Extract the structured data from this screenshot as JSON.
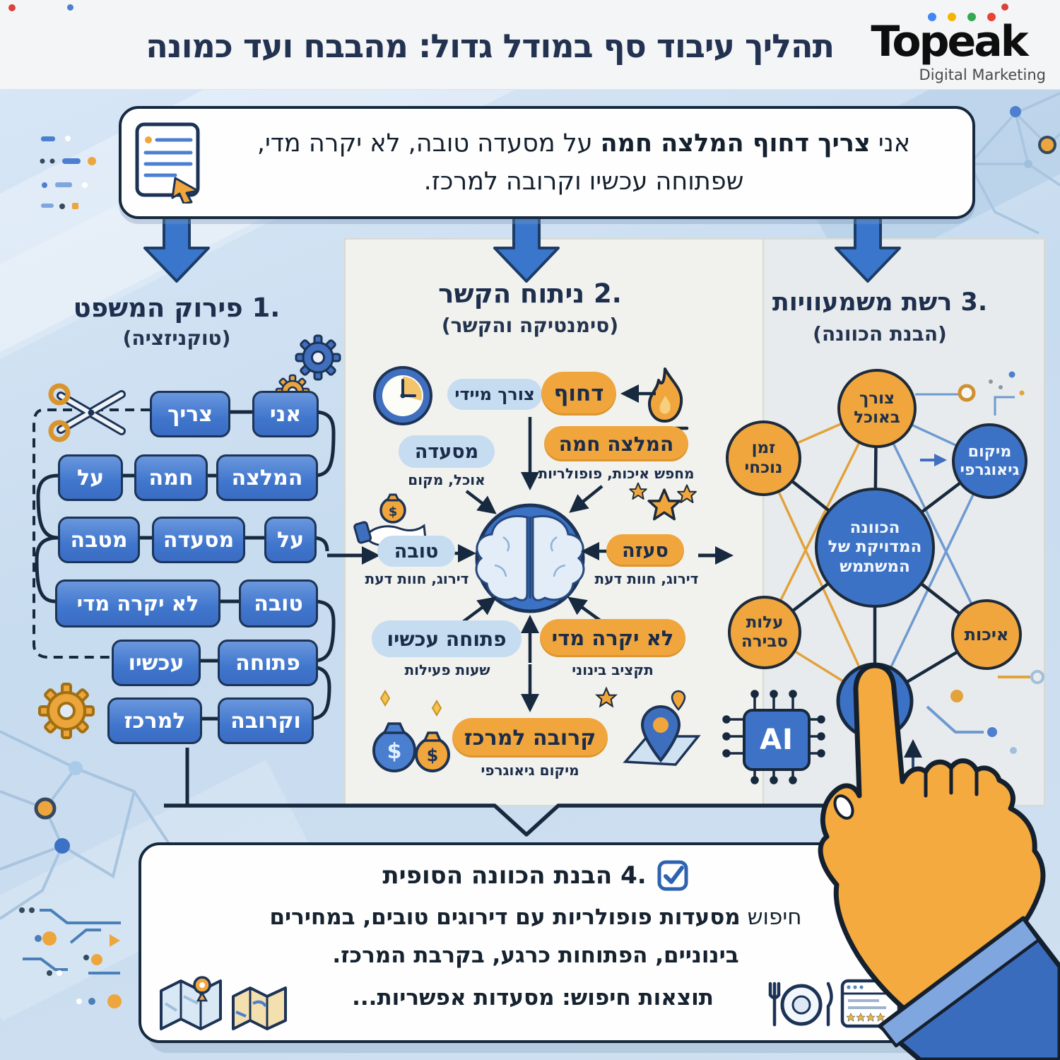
{
  "header": {
    "title": "תהליך עיבוד סף במודל גדול: מהבבח ועד כמונה",
    "brand": "Topeak",
    "brand_sub": "Digital Marketing"
  },
  "bubble": {
    "pre": "אני ",
    "bold": "צריך דחוף המלצה חמה",
    "post": " על מסעדה טובה, לא יקרה מדי,",
    "line2": "שפתוחה עכשיו וקרובה למרכז."
  },
  "col1": {
    "num": "1.",
    "title": "פירוק המשפט",
    "subtitle": "(טוקניזציה)",
    "tokens": [
      "צריך",
      "אני",
      "על",
      "חמה",
      "המלצה",
      "מטבה",
      "מסעדה",
      "על",
      "לא יקרה מדי",
      "טובה",
      "עכשיו",
      "פתוחה",
      "למרכז",
      "וקרובה"
    ]
  },
  "col2": {
    "num": "2.",
    "title": "ניתוח הקשר",
    "subtitle": "(סימנטיקה והקשר)",
    "pills": {
      "immediate_need": {
        "label": "צורך מיידי"
      },
      "urgent": {
        "label": "דחוף"
      },
      "hot_recommendation": {
        "label": "המלצה חמה",
        "caption": "מחפש איכות, פופולריות"
      },
      "restaurant": {
        "label": "מסעדה",
        "caption": "אוכל, מקום"
      },
      "good": {
        "label": "טובה",
        "caption": "דירוג, חוות דעת"
      },
      "saza": {
        "label": "סעזה",
        "caption": "דירוג, חוות דעת"
      },
      "open_now": {
        "label": "פתוחה עכשיו",
        "caption": "שעות פעילות"
      },
      "not_too_expensive": {
        "label": "לא יקרה מדי",
        "caption": "תקציב בינוני"
      },
      "near_center": {
        "label": "קרובה למרכז",
        "caption": "מיקום גיאוגרפי"
      }
    }
  },
  "col3": {
    "num": "3.",
    "title": "רשת משמעוויות",
    "subtitle": "(הבנת הכוונה)",
    "nodes": {
      "food_need": "צורך באוכל",
      "current_time": "זמן נוכחי",
      "geo_location": "מיקום גיאוגרפי",
      "user_intent": "הכוונה המדויקת של המשתמש",
      "fair_cost": "עלות סבירה",
      "quality": "איכות"
    },
    "ai_label": "AI"
  },
  "box4": {
    "num": "4.",
    "title": "הבנת הכוונה הסופית",
    "body_regular": "חיפוש",
    "body_bold_1": "מסעדות פופולריות עם דירוגים טובים, במחירים",
    "body_bold_2": "בינוניים, הפתוחות כרגע, בקרבת המרכז.",
    "results": "תוצאות חיפוש: מסעדות אפשריות..."
  },
  "icons": {
    "dollar": "$"
  },
  "colors": {
    "navy": "#1b2d4d",
    "accent_blue": "#3c72c5",
    "accent_orange": "#f0a63c",
    "light_blue_pill": "#c6dcf0",
    "background": "#cfe0f1"
  }
}
